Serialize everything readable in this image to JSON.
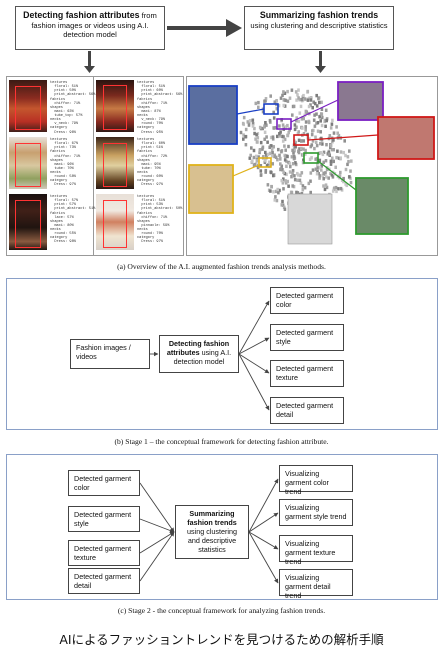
{
  "top": {
    "detect_box": {
      "bold": "Detecting fashion attributes",
      "rest": " from fashion images or videos using A.I. detection model"
    },
    "summary_box": {
      "bold": "Summarizing fashion trends",
      "rest": "using clustering and descriptive statistics"
    },
    "annotations": [
      "textures\n  floral: 51%\n  print: 50%\n  print_abstract: 56%\nfabrics\n  chiffon: 71%\nshapes\n  maxi: 63%\n  tube_top: 57%\nnecks\n  v_neck: 79%\ncategory\n  Dress: 96%",
      "textures\n  floral: 51%\n  print: 60%\n  print_abstract: 56%\nfabrics\n  chiffon: 71%\nshapes\n  maxi: 87%\nnecks\n  v_neck: 79%\n  round: 70%\ncategory\n  Dress: 95%",
      "textures\n  floral: 67%\n  print: 73%\nfabrics\n  chiffon: 71%\nshapes\n  maxi: 96%\n  tube: 70%\nnecks\n  round: 58%\ncategory\n  Dress: 97%",
      "textures\n  floral: 60%\n  print: 51%\nfabrics\n  chiffon: 72%\nshapes\n  maxi: 95%\n  tube: 70%\nnecks\n  round: 60%\ncategory\n  Dress: 97%",
      "textures\n  floral: 57%\n  print: 57%\n  print_abstract: 51%\nfabrics\n  lace: 57%\nshapes\n  maxi: 80%\nnecks\n  round: 55%\ncategory\n  Dress: 98%",
      "textures\n  floral: 51%\n  print: 53%\n  print_abstract: 50%\nfabrics\n  chiffon: 71%\nshapes\n  pinnacle: 59%\nnecks\n  round: 70%\ncategory\n  Dress: 97%"
    ]
  },
  "captions": {
    "a": "(a) Overview of the A.I. augmented fashion trends analysis methods.",
    "b": "(b) Stage 1 – the conceptual framework for detecting fashion attribute.",
    "c": "(c) Stage 2 - the conceptual framework for analyzing fashion trends."
  },
  "stage1": {
    "input": "Fashion images / videos",
    "center_bold": "Detecting fashion attributes",
    "center_rest": " using A.I. detection model",
    "outputs": [
      "Detected garment color",
      "Detected garment style",
      "Detected garment texture",
      "Detected garment detail"
    ]
  },
  "stage2": {
    "inputs": [
      "Detected garment color",
      "Detected garment style",
      "Detected garment texture",
      "Detected garment detail"
    ],
    "center_bold": "Summarizing fashion trends",
    "center_rest": "using clustering and descriptive statistics",
    "outputs": [
      "Visualizing garment color trend",
      "Visualizing garment style trend",
      "Visualizing garment texture trend",
      "Visualizing garment detail trend"
    ]
  },
  "footer": "AIによるファッショントレンドを見つけるための解析手順",
  "colors": {
    "blue": "#1a3fc4",
    "purple": "#7a1fc2",
    "red": "#d01818",
    "green": "#2e9a2e",
    "yellow": "#e0b21a",
    "arrow": "#444444",
    "frame": "#8aa0c8"
  }
}
